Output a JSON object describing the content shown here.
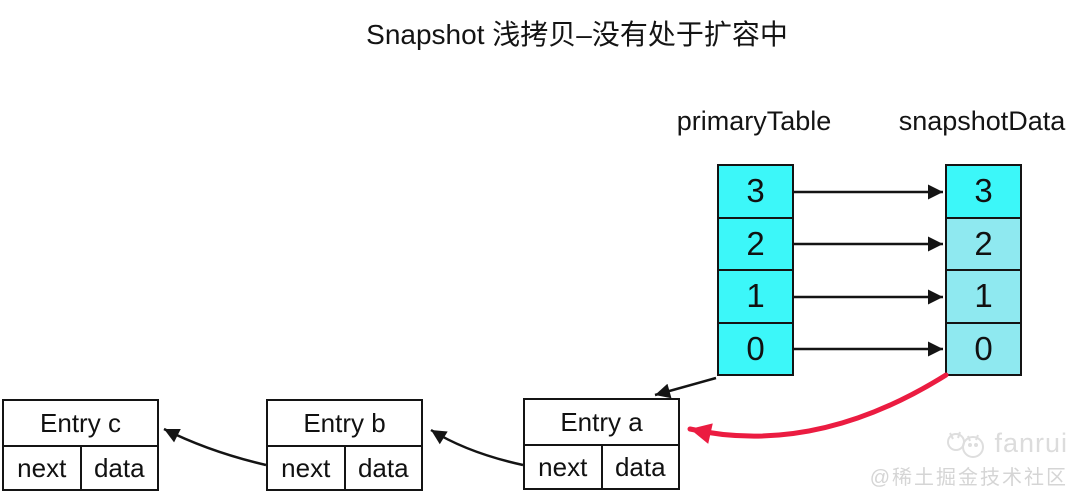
{
  "title": "Snapshot 浅拷贝–没有处于扩容中",
  "colors": {
    "line": "#141414",
    "cell_bright": "#3CF7F9",
    "cell_light": "#8FE9F0",
    "red_arrow": "#EB1C41",
    "watermark": "#dcdcdc"
  },
  "tables": {
    "primary": {
      "label": "primaryTable",
      "cells": [
        "3",
        "2",
        "1",
        "0"
      ]
    },
    "snapshot": {
      "label": "snapshotData",
      "cells": [
        "3",
        "2",
        "1",
        "0"
      ]
    }
  },
  "entries": [
    {
      "title": "Entry c",
      "next_label": "next",
      "data_label": "data"
    },
    {
      "title": "Entry b",
      "next_label": "next",
      "data_label": "data"
    },
    {
      "title": "Entry a",
      "next_label": "next",
      "data_label": "data"
    }
  ],
  "watermark": {
    "name": "fanrui",
    "community": "@稀土掘金技术社区"
  }
}
